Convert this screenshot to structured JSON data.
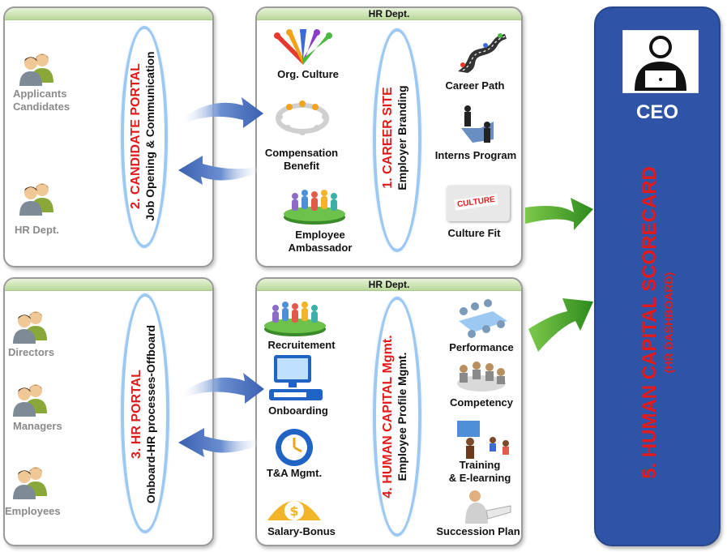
{
  "candidate_panel": {
    "groups": [
      "Applicants\nCandidates",
      "HR Dept."
    ],
    "title": "2. CANDIDATE PORTAL",
    "subtitle": "Job Opening & Communication"
  },
  "career_panel": {
    "header": "HR Dept.",
    "left_items": [
      "Org. Culture",
      "Compensation\nBenefit",
      "Employee\nAmbassador"
    ],
    "title": "1.  CAREER SITE",
    "subtitle": "Employer Branding",
    "right_items": [
      "Career Path",
      "Interns Program",
      "Culture Fit"
    ],
    "culture_sticker": "CULTURE"
  },
  "hr_portal_panel": {
    "groups": [
      "Directors",
      "Managers",
      "Employees"
    ],
    "title": "3. HR  PORTAL",
    "subtitle": "Onboard-HR processes-Offboard"
  },
  "hcm_panel": {
    "header": "HR Dept.",
    "left_items": [
      "Recruitement",
      "Onboarding",
      "T&A Mgmt.",
      "Salary-Bonus"
    ],
    "title": "4. HUMAN CAPITAL Mgmt.",
    "subtitle": "Employee Profile Mgmt.",
    "right_items": [
      "Performance",
      "Competency",
      "Training\n& E-learning",
      "Succession Plan"
    ]
  },
  "ceo_panel": {
    "label": "CEO",
    "title": "5. HUMAN CAPITAL SCORECARD",
    "subtitle": "(HR DASHBOARD)"
  },
  "colors": {
    "accent_red": "#e11b1b",
    "ceo_blue": "#2f54a7",
    "ellipse_blue": "#9cc8f2",
    "arrow_green": "#4caf2a",
    "header_green": "#b9d89a"
  },
  "icons": [
    "people-icon",
    "colored-arrows-icon",
    "people-circle-icon",
    "crowd-platform-icon",
    "road-icon",
    "business-people-icon",
    "culture-puzzle-icon",
    "computer-icon",
    "clock-icon",
    "dollar-icon",
    "meeting-icon",
    "classroom-icon",
    "thinker-icon",
    "ceo-laptop-icon"
  ]
}
